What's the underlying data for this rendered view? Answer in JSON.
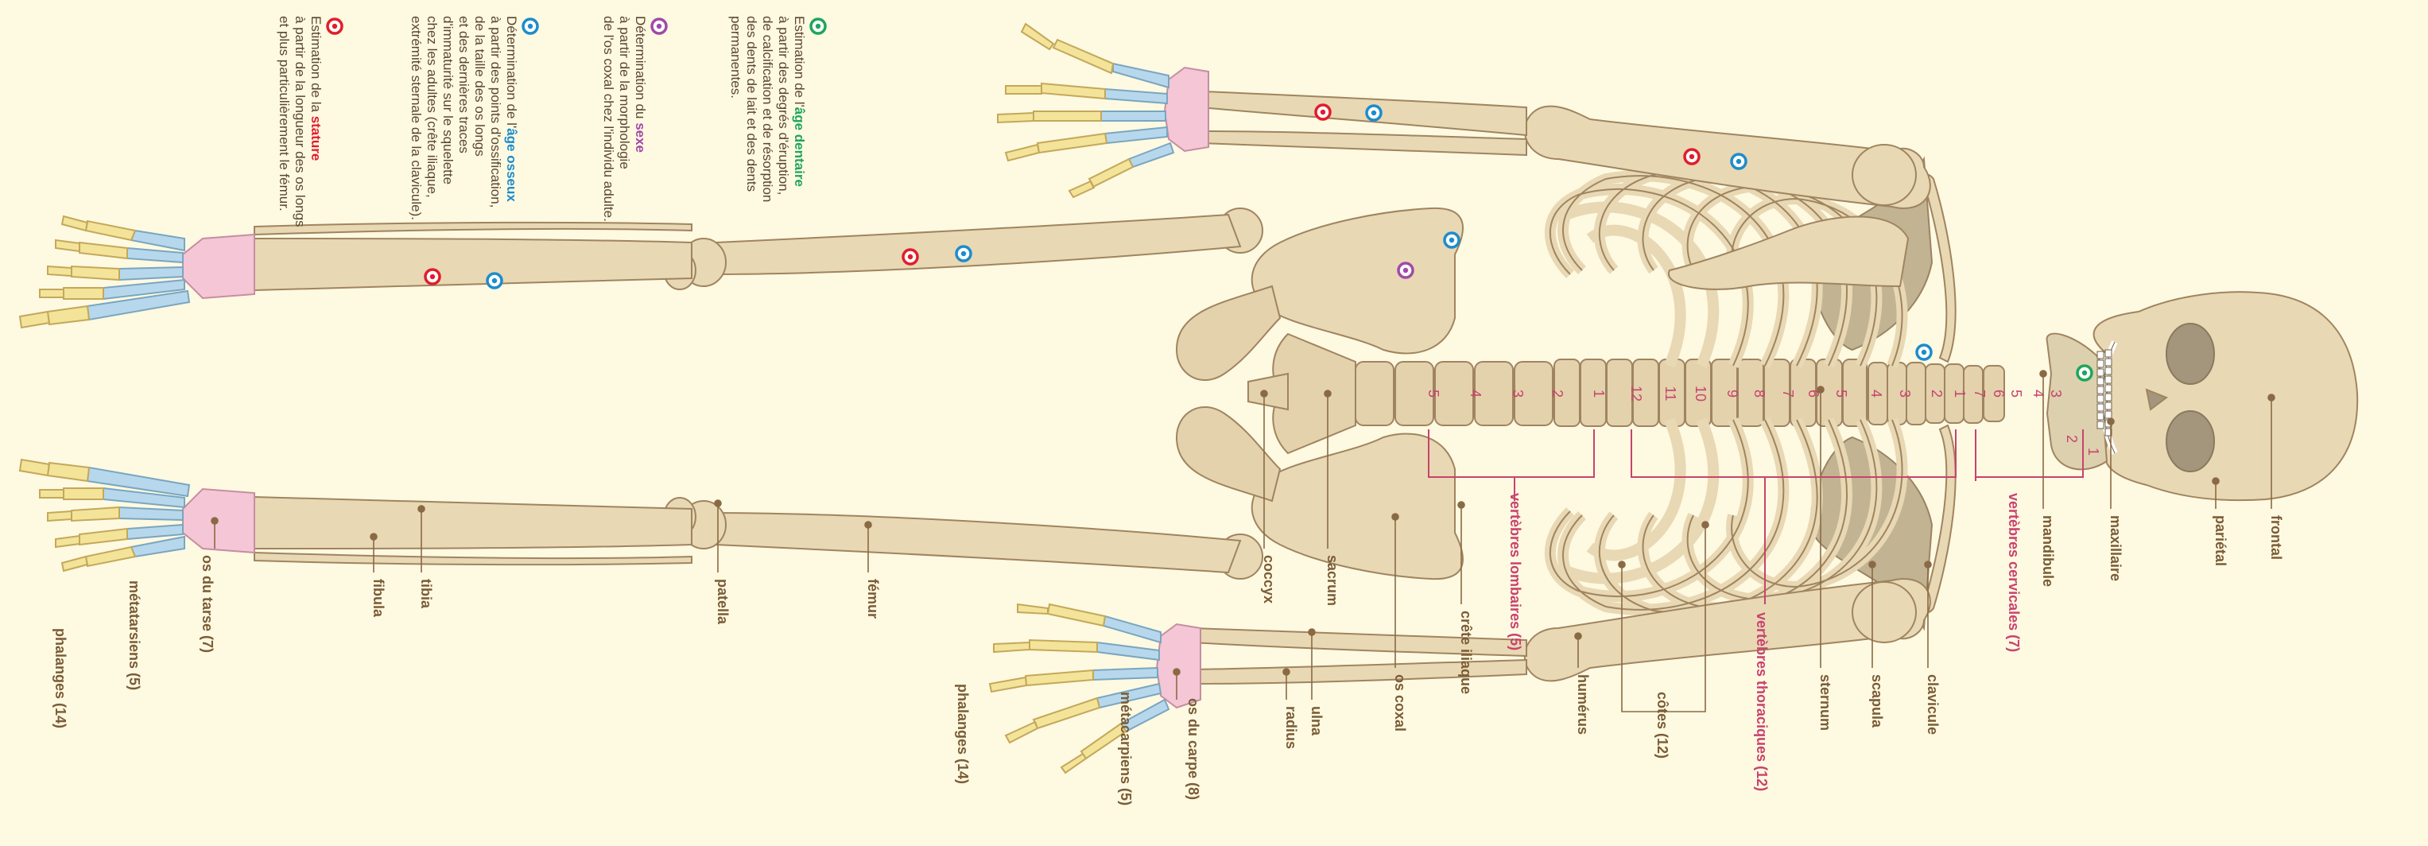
{
  "colors": {
    "background": "#fef9e1",
    "bone": "#e8d8b4",
    "bone_stroke": "#a08460",
    "bone_dark": "#c2b392",
    "label": "#7a5c36",
    "vertebra_label": "#c8426e",
    "carpal_tarsal": "#f4c6d6",
    "metacarpal": "#b7d8ec",
    "phalanx": "#f3e49a",
    "stature": "#e11d2b",
    "bone_age": "#1c8ccc",
    "sex": "#a04aa8",
    "dental_age": "#1ea65a"
  },
  "legend": {
    "stature": {
      "icon": "red-target-icon",
      "line1_prefix": "Estimation de la ",
      "line1_key": "stature",
      "line2": "à partir de la longueur des os longs",
      "line3": "et plus particulièrement le fémur."
    },
    "bone_age": {
      "icon": "blue-target-icon",
      "line1_prefix": "Détermination de l'",
      "line1_key": "âge osseux",
      "lines": [
        "à partir des points d'ossification,",
        "de la taille des os longs",
        "et des dernières traces",
        "d'immaturité sur le squelette",
        "chez les adultes (crête iliaque,",
        "extrémité sternale de la clavicule)."
      ]
    },
    "sex": {
      "icon": "purple-target-icon",
      "line1_prefix": "Détermination du ",
      "line1_key": "sexe",
      "lines": [
        "à partir de la morphologie",
        "de l'os coxal chez l'individu adulte."
      ]
    },
    "dental_age": {
      "icon": "green-target-icon",
      "line1_prefix": "Estimation de l'",
      "line1_key": "âge dentaire",
      "lines": [
        "à partir des degrés d'éruption,",
        "de calcification et de résorption",
        "des dents de lait et des dents",
        "permanentes."
      ]
    }
  },
  "labels": {
    "frontal": "frontal",
    "parietal": "pariétal",
    "maxillaire": "maxillaire",
    "mandibule": "mandibule",
    "vert_cervicales": "vertèbres cervicales (7)",
    "clavicule": "clavicule",
    "scapula": "scapula",
    "sternum": "sternum",
    "vert_thoraciques": "vertèbres thoraciques (12)",
    "cotes": "côtes (12)",
    "humerus": "humérus",
    "vert_lombaires": "vertèbres lombaires (5)",
    "crete_iliaque": "crête iliaque",
    "os_coxal": "os coxal",
    "sacrum": "sacrum",
    "coccyx": "coccyx",
    "ulna": "ulna",
    "radius": "radius",
    "os_carpe": "os du carpe (8)",
    "metacarpiens": "métacarpiens (5)",
    "phalanges_main": "phalanges (14)",
    "femur": "fémur",
    "patella": "patella",
    "tibia": "tibia",
    "fibula": "fibula",
    "os_tarse": "os du tarse (7)",
    "metatarsiens": "métatarsiens (5)",
    "phalanges_pied": "phalanges (14)"
  },
  "vertebra_numbers": {
    "cervical": [
      "1",
      "2",
      "3",
      "4",
      "5",
      "6",
      "7"
    ],
    "thoracic": [
      "1",
      "2",
      "3",
      "4",
      "5",
      "6",
      "7",
      "8",
      "9",
      "10",
      "11",
      "12"
    ],
    "lumbar": [
      "1",
      "2",
      "3",
      "4",
      "5"
    ]
  }
}
